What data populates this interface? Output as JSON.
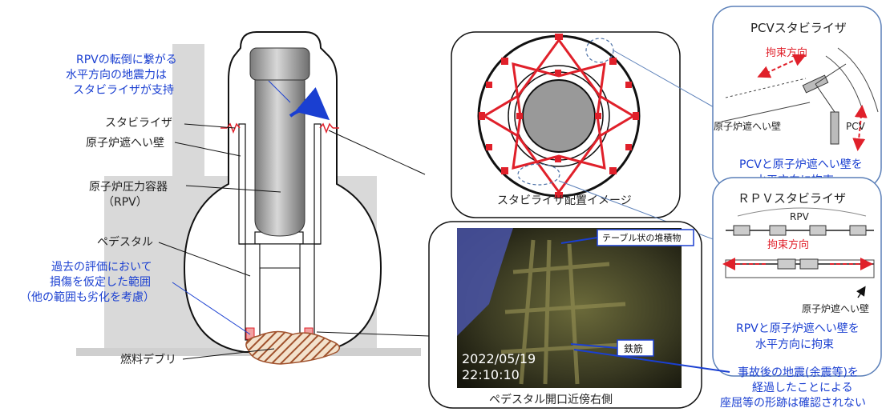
{
  "labels": {
    "blue_note_1": "RPVの転倒に繋がる",
    "blue_note_2": "水平方向の地震力は",
    "blue_note_3": "スタビライザが支持",
    "stabilizer": "スタビライザ",
    "shield_wall": "原子炉遮へい壁",
    "rpv_1": "原子炉圧力容器",
    "rpv_2": "（RPV）",
    "pedestal": "ペデスタル",
    "damage_1": "過去の評価において",
    "damage_2": "損傷を仮定した範囲",
    "damage_3": "（他の範囲も劣化を考慮）",
    "fuel_debris": "燃料デブリ"
  },
  "layout_image": {
    "caption": "スタビライザ配置イメージ"
  },
  "pcv_panel": {
    "title": "PCVスタビライザ",
    "direction": "拘束方向",
    "wall": "原子炉遮へい壁",
    "pcv": "PCV",
    "note_1": "PCVと原子炉遮へい壁を",
    "note_2": "水平方向に拘束"
  },
  "rpv_panel": {
    "title": "ＲＰＶスタビライザ",
    "rpv": "RPV",
    "direction": "拘束方向",
    "wall": "原子炉遮へい壁",
    "note_1": "RPVと原子炉遮へい壁を",
    "note_2": "水平方向に拘束"
  },
  "photo": {
    "callout_top": "テーブル状の堆積物",
    "callout_rebar": "鉄筋",
    "date": "2022/05/19",
    "time": "22:10:10",
    "caption": "ペデスタル開口近傍右側"
  },
  "bottom_note": {
    "line_1": "事故後の地震(余震等)を",
    "line_2": "経過したことによる",
    "line_3": "座屈等の形跡は確認されない"
  },
  "colors": {
    "accent_blue": "#1a3fd1",
    "stabilizer_red": "#e0202a",
    "panel_border": "#5a7fb8",
    "debris_brown": "#a0522d"
  }
}
